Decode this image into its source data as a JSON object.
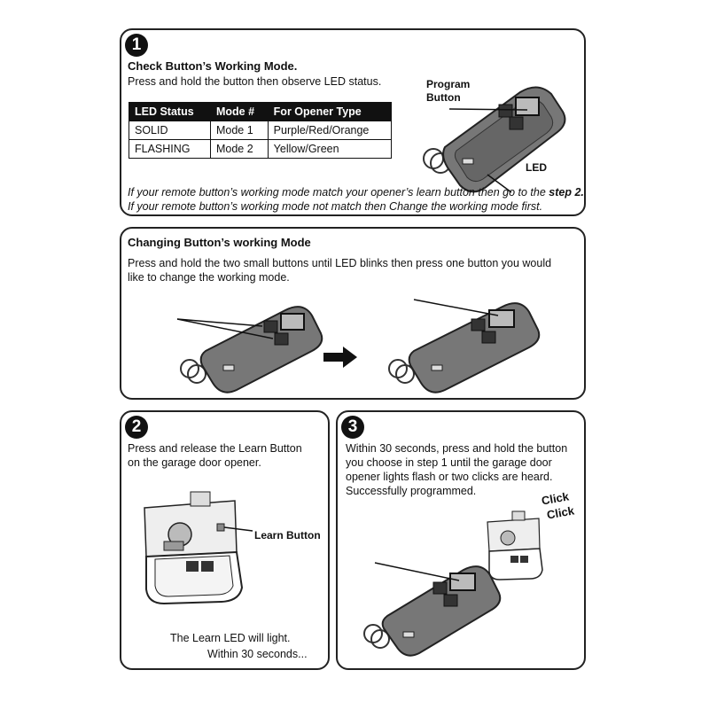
{
  "step1": {
    "number": "1",
    "title": "Check Button’s Working Mode.",
    "instruction": "Press and hold the button then observe LED status.",
    "table": {
      "headers": [
        "LED Status",
        "Mode #",
        "For Opener Type"
      ],
      "rows": [
        [
          "SOLID",
          "Mode 1",
          "Purple/Red/Orange"
        ],
        [
          "FLASHING",
          "Mode 2",
          "Yellow/Green"
        ]
      ]
    },
    "labels": {
      "program": "Program",
      "button": "Button",
      "led": "LED"
    },
    "note1_pre": "If your remote button’s working mode match your opener’s learn button then go to the ",
    "note1_bold": "step 2.",
    "note2": "If your remote button’s working mode not match then Change the working mode first."
  },
  "changing": {
    "title": "Changing Button’s working Mode",
    "line1": "Press and hold the two small buttons until LED blinks then press one button you would",
    "line2": "like to change the working mode."
  },
  "step2": {
    "number": "2",
    "line1": "Press and release the Learn Button",
    "line2": "on the garage door opener.",
    "learn_label": "Learn Button",
    "caption1": "The Learn LED will light.",
    "caption2": "Within 30 seconds..."
  },
  "step3": {
    "number": "3",
    "line1": "Within 30 seconds, press and hold the button",
    "line2": "you choose in step 1 until the garage door",
    "line3": "opener lights flash or two clicks are heard.",
    "line4": "Successfully programmed.",
    "click1": "Click",
    "click2": "Click"
  }
}
